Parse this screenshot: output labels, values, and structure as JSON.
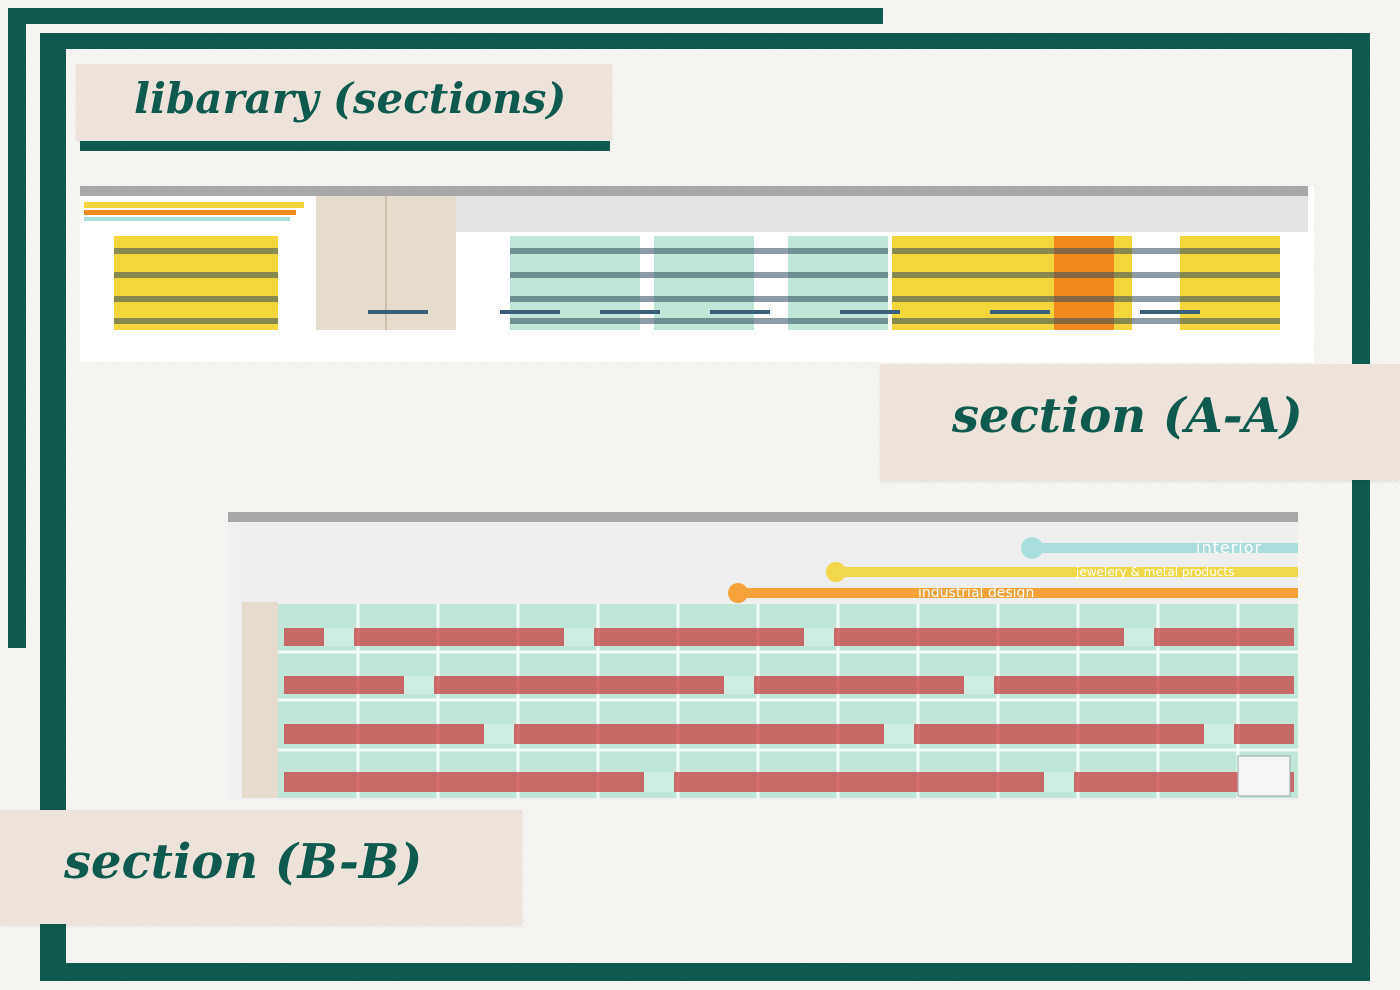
{
  "sheet": {
    "title": "libarary (sections)",
    "section_aa_label": "section (A-A)",
    "section_bb_label": "section (B-B)"
  },
  "section_bb": {
    "category_tags": [
      {
        "label": "interior",
        "color": "#a9dedd"
      },
      {
        "label": "jewelery & metal products",
        "color": "#f0d84a"
      },
      {
        "label": "industrial design",
        "color": "#f5a23a"
      }
    ]
  },
  "colors": {
    "frame_green": "#0f5a4e",
    "label_beige": "#ede3db",
    "shelf_yellow": "#f2d63c",
    "shelf_orange": "#f08a1c",
    "shelf_mint": "#bfe6d6",
    "ceiling_grey": "#d9d9d9"
  }
}
